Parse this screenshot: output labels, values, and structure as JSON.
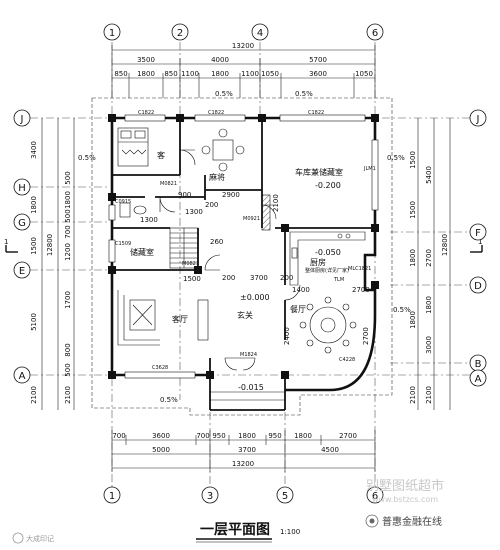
{
  "title": "一层平面图",
  "scale": "1:100",
  "axes": {
    "top": [
      "1",
      "2",
      "4",
      "6"
    ],
    "bottom": [
      "1",
      "3",
      "5",
      "6"
    ],
    "left": [
      "J",
      "H",
      "G",
      "E",
      "A"
    ],
    "right": [
      "J",
      "F",
      "D",
      "B",
      "A"
    ]
  },
  "dimensions": {
    "top_total": "13200",
    "top_mid": [
      "3500",
      "4000",
      "5700"
    ],
    "top_detail": [
      "850",
      "1800",
      "850",
      "1100",
      "1800",
      "1100",
      "1050",
      "3600",
      "1050"
    ],
    "bottom_detail": [
      "700",
      "3600",
      "700",
      "950",
      "1800",
      "950",
      "1800",
      "2700"
    ],
    "bottom_mid": [
      "5000",
      "3700",
      "4500"
    ],
    "bottom_total": "13200",
    "left_total": "12800",
    "left_mid": [
      "3400",
      "1800",
      "1500",
      "5100",
      "2100"
    ],
    "left_detail": [
      "500",
      "1800",
      "500",
      "700",
      "1200",
      "1700",
      "800",
      "500",
      "2100"
    ],
    "right_total": "12800",
    "right_mid": [
      "5400",
      "2700",
      "1800",
      "3000",
      "2100"
    ],
    "right_detail": [
      "1500",
      "1500",
      "1800",
      "1800",
      "2100"
    ],
    "interior": [
      "2900",
      "3700",
      "200",
      "1500",
      "200",
      "1400",
      "2700",
      "2400",
      "2700",
      "1300",
      "900",
      "1300",
      "260",
      "200",
      "2100"
    ]
  },
  "rooms": {
    "bedroom": "客",
    "mahjong": "麻将",
    "garage": "车库兼储藏室",
    "storage": "储藏室",
    "kitchen": "厨房",
    "living": "客厅",
    "foyer": "玄关",
    "dining": "餐厅",
    "kitchen_note": "整体厨房(详见厂家)"
  },
  "elevations": {
    "main": "±0.000",
    "garage": "-0.200",
    "kitchen": "-0.050",
    "entry": "-0.015"
  },
  "slopes": [
    "0.5%",
    "0.5%",
    "0.5%",
    "0.5%",
    "0.5%",
    "0.5%"
  ],
  "codes": {
    "c1822a": "C1822",
    "c1822b": "C1822",
    "c1822c": "C1822",
    "m0821a": "M0821",
    "m0821b": "M0821",
    "m0921": "M0921",
    "c0915": "C0915",
    "c1509": "C1509",
    "c3628": "C3628",
    "m1824": "M1824",
    "mlc1821": "MLC1821",
    "c4228": "C4228",
    "jlm1": "JLM1",
    "tlm": "TLM"
  },
  "watermarks": {
    "site_cn": "别墅图纸超市",
    "site_url": "www.bstzcs.com",
    "brand_cn": "普惠金融在线",
    "left_mark": "大成印记"
  }
}
